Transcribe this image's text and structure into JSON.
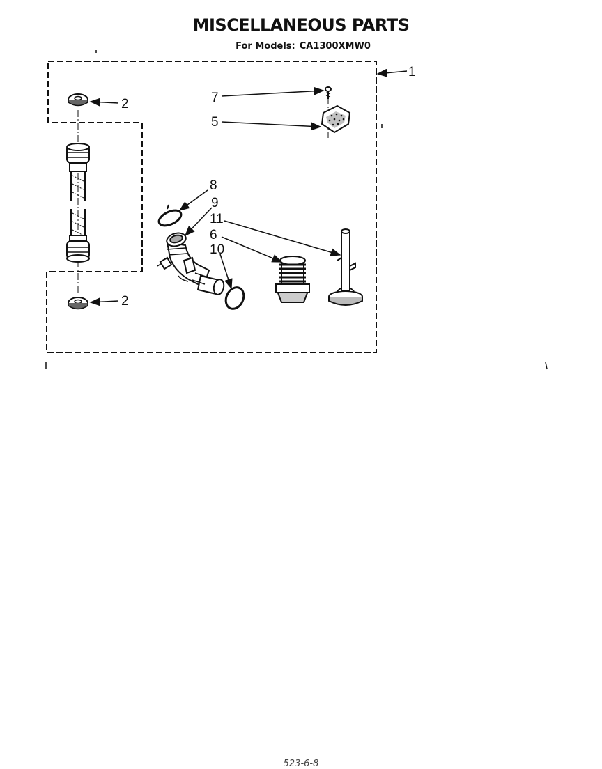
{
  "header": {
    "title": "MISCELLANEOUS PARTS",
    "models_label": "For Models:",
    "model_number": "CA1300XMW0"
  },
  "callouts": {
    "c1": "1",
    "c2_top": "2",
    "c2_bottom": "2",
    "c5": "5",
    "c6": "6",
    "c7": "7",
    "c8": "8",
    "c9": "9",
    "c10": "10",
    "c11": "11"
  },
  "footer": {
    "code": "523-6-8"
  }
}
